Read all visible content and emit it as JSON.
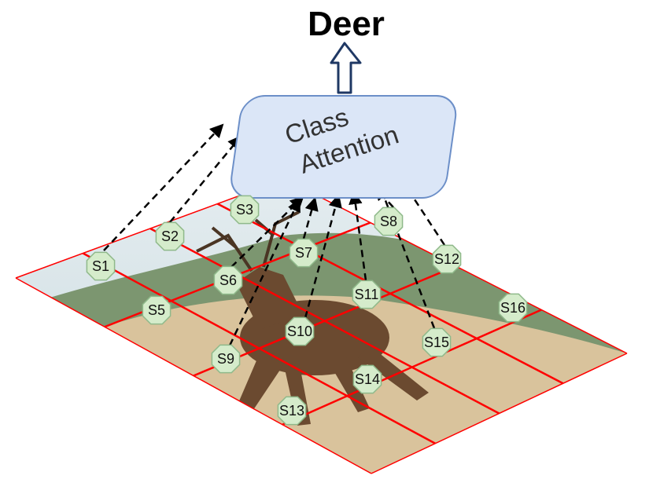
{
  "title": "Deer",
  "attention_box": {
    "line1": "Class",
    "line2": "Attention"
  },
  "colors": {
    "grid_line": "#ff0000",
    "node_fill": "#d5eccb",
    "node_stroke": "#8fb98a",
    "box_fill": "#dbe6f7",
    "box_stroke": "#6c8fc8",
    "arrow_stroke": "#1f3864",
    "sky": "#d8e5ea",
    "trees": "#6f8c62",
    "grass": "#d8c199",
    "deer": "#6b4a30"
  },
  "patches": [
    {
      "label": "S1"
    },
    {
      "label": "S2"
    },
    {
      "label": "S3"
    },
    {
      "label": "S5"
    },
    {
      "label": "S6"
    },
    {
      "label": "S7"
    },
    {
      "label": "S8"
    },
    {
      "label": "S9"
    },
    {
      "label": "S10"
    },
    {
      "label": "S11"
    },
    {
      "label": "S12"
    },
    {
      "label": "S13"
    },
    {
      "label": "S14"
    },
    {
      "label": "S15"
    },
    {
      "label": "S16"
    }
  ]
}
